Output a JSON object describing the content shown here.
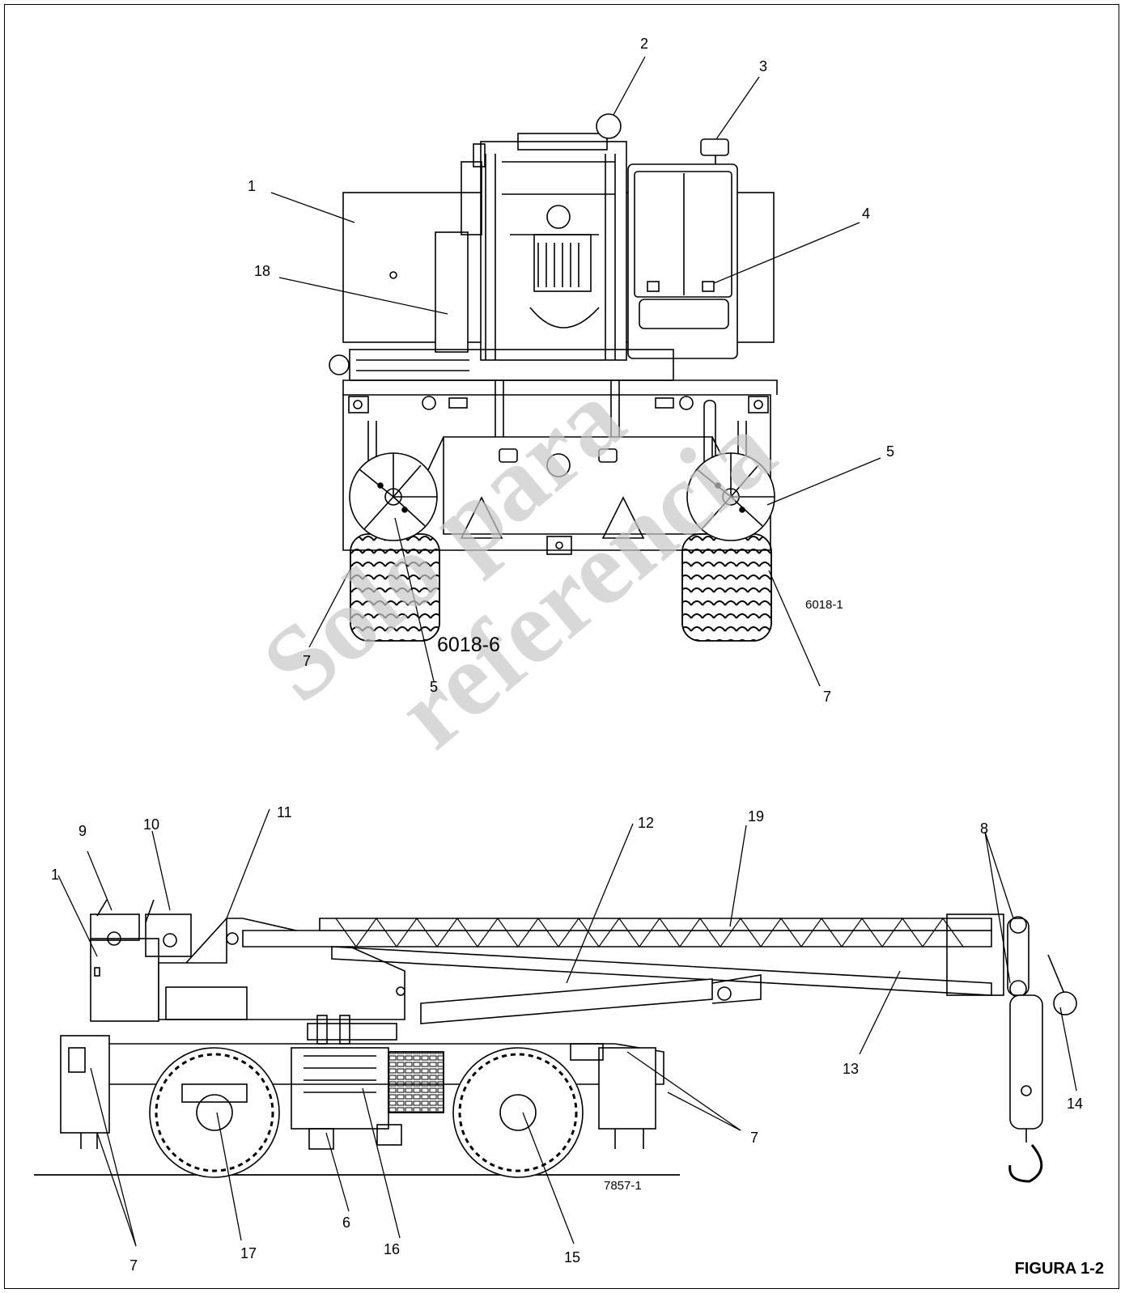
{
  "figure_label": "FIGURA 1-2",
  "drawing_refs": {
    "front_view_a": "6018-6",
    "front_view_b": "6018-1",
    "side_view": "7857-1"
  },
  "watermark": {
    "line1": "Solo para",
    "line2": "referencia",
    "color": "#c8c8c8"
  },
  "callouts": {
    "c1_front": "1",
    "c2": "2",
    "c3": "3",
    "c4": "4",
    "c5_right": "5",
    "c5_bottom": "5",
    "c7_front_left": "7",
    "c7_front_right": "7",
    "c18": "18",
    "c1_side": "1",
    "c9": "9",
    "c10": "10",
    "c11": "11",
    "c12": "12",
    "c19": "19",
    "c8": "8",
    "c13": "13",
    "c14": "14",
    "c7_side_right": "7",
    "c7_side_left": "7",
    "c6": "6",
    "c16": "16",
    "c17": "17",
    "c15": "15"
  }
}
